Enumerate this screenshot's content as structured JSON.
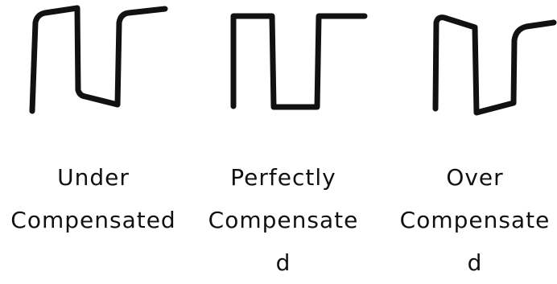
{
  "waveforms": [
    {
      "name": "under-compensated",
      "label_lines": [
        "Under",
        "Compensated"
      ]
    },
    {
      "name": "perfectly-compensated",
      "label_lines": [
        "Perfectly",
        "Compensate",
        "d"
      ]
    },
    {
      "name": "over-compensated",
      "label_lines": [
        "Over",
        "Compensate",
        "d"
      ]
    }
  ]
}
